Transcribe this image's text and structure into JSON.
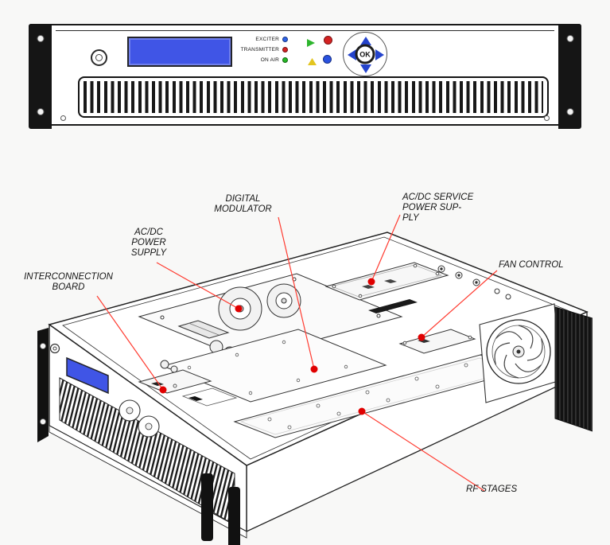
{
  "page": {
    "background": "#f8f8f7"
  },
  "front_panel": {
    "display_color": "#4055e6",
    "leds": [
      {
        "label": "EXCITER",
        "color": "#2e63e8"
      },
      {
        "label": "TRANSMITTER",
        "color": "#d42222"
      },
      {
        "label": "ON AIR",
        "color": "#25b825"
      }
    ],
    "buttons": [
      {
        "name": "green-arrow-button",
        "color": "#2db52d"
      },
      {
        "name": "red-button",
        "color": "#d42222"
      },
      {
        "name": "yellow-triangle-button",
        "color": "#e3c51f"
      },
      {
        "name": "blue-button",
        "color": "#2a52e0"
      }
    ],
    "nav_arrow_color": "#2443cc",
    "nav_ok_label": "OK"
  },
  "diagram": {
    "accent_line_color": "#ff3b30",
    "marker_color": "#e00000",
    "callouts": [
      {
        "id": "digital-modulator",
        "label": "DIGITAL\nMODULATOR"
      },
      {
        "id": "acdc-service-power-supply",
        "label": "AC/DC SERVICE\nPOWER SUP-\nPLY"
      },
      {
        "id": "acdc-power-supply",
        "label": "AC/DC\nPOWER\nSUPPLY"
      },
      {
        "id": "fan-control",
        "label": "FAN CONTROL"
      },
      {
        "id": "interconnection-board",
        "label": "INTERCONNECTION\nBOARD"
      },
      {
        "id": "rf-stages",
        "label": "RF STAGES"
      }
    ]
  }
}
